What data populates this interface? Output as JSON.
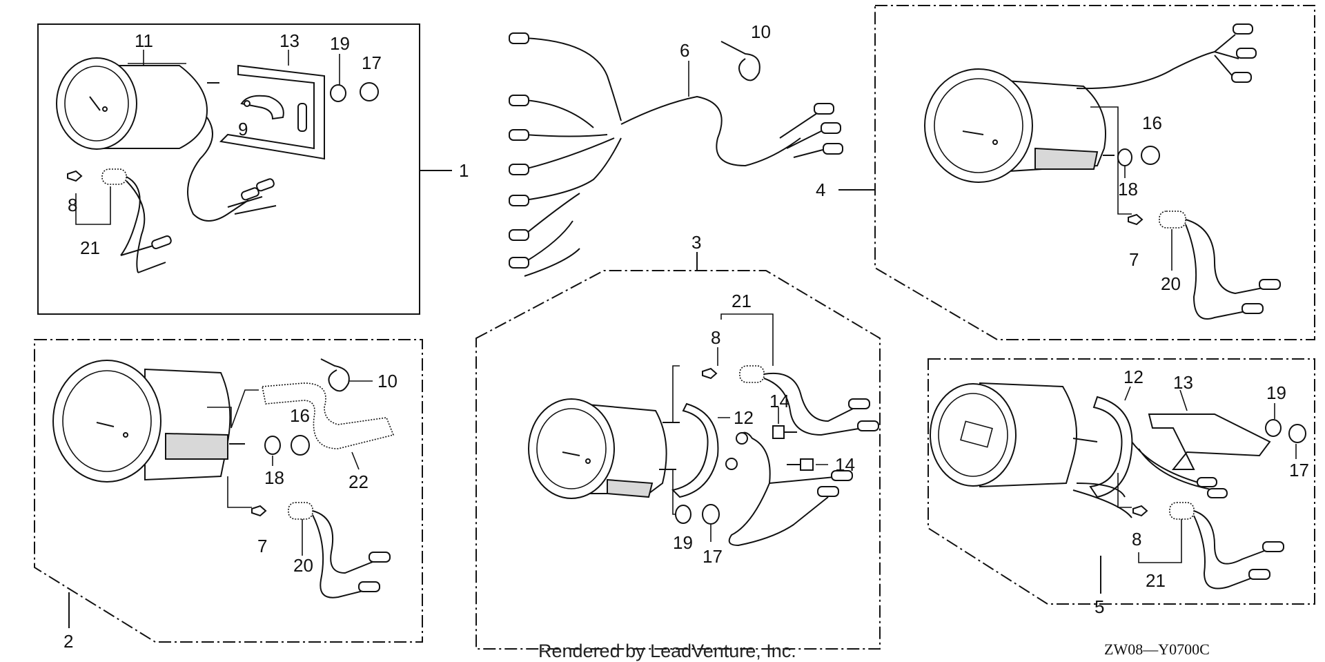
{
  "panels": {
    "p1": {
      "label": "1",
      "parts": {
        "meter": "11",
        "bracket": "13",
        "clamp": "9",
        "washer": "19",
        "nut": "17",
        "bulb": "8",
        "socket_group": "21"
      }
    },
    "p2": {
      "label": "2",
      "parts": {
        "clip": "10",
        "washer": "16",
        "washer_b": "18",
        "tube": "22",
        "bulb": "7",
        "socket": "20"
      }
    },
    "p3": {
      "label": "3",
      "parts": {
        "socket_group": "21",
        "bulb": "8",
        "ring": "12",
        "screw_a": "14",
        "screw_b": "14",
        "washer": "19",
        "nut": "17"
      }
    },
    "p4": {
      "label": "4",
      "parts": {
        "washer": "16",
        "washer_b": "18",
        "bulb": "7",
        "socket": "20"
      }
    },
    "p5": {
      "label": "5",
      "parts": {
        "ring": "12",
        "bracket": "13",
        "washer": "19",
        "nut": "17",
        "bulb": "8",
        "socket_group": "21"
      }
    },
    "harness": {
      "part": "6",
      "clip": "10"
    }
  },
  "footer": {
    "credit": "Rendered by LeadVenture, Inc.",
    "code": "ZW08—Y0700C"
  }
}
